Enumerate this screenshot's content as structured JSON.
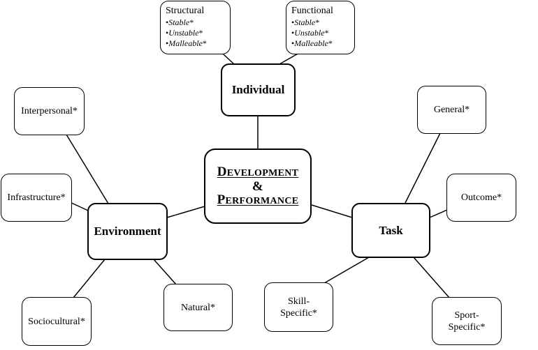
{
  "center": {
    "line1": "Development",
    "amp": "&",
    "line2": "Performance"
  },
  "individual": {
    "label": "Individual",
    "structural": {
      "title": "Structural",
      "items": [
        "Stable",
        "Unstable",
        "Malleable"
      ]
    },
    "functional": {
      "title": "Functional",
      "items": [
        "Stable",
        "Unstable",
        "Malleable"
      ]
    }
  },
  "environment": {
    "label": "Environment",
    "interpersonal": "Interpersonal*",
    "infrastructure": "Infrastructure*",
    "sociocultural": "Sociocultural*",
    "natural": "Natural*"
  },
  "task": {
    "label": "Task",
    "general": "General*",
    "outcome": "Outcome*",
    "skill_specific": "Skill-\nSpecific*",
    "sport_specific": "Sport-\nSpecific*"
  },
  "bullet": "•",
  "asterisk": "*"
}
